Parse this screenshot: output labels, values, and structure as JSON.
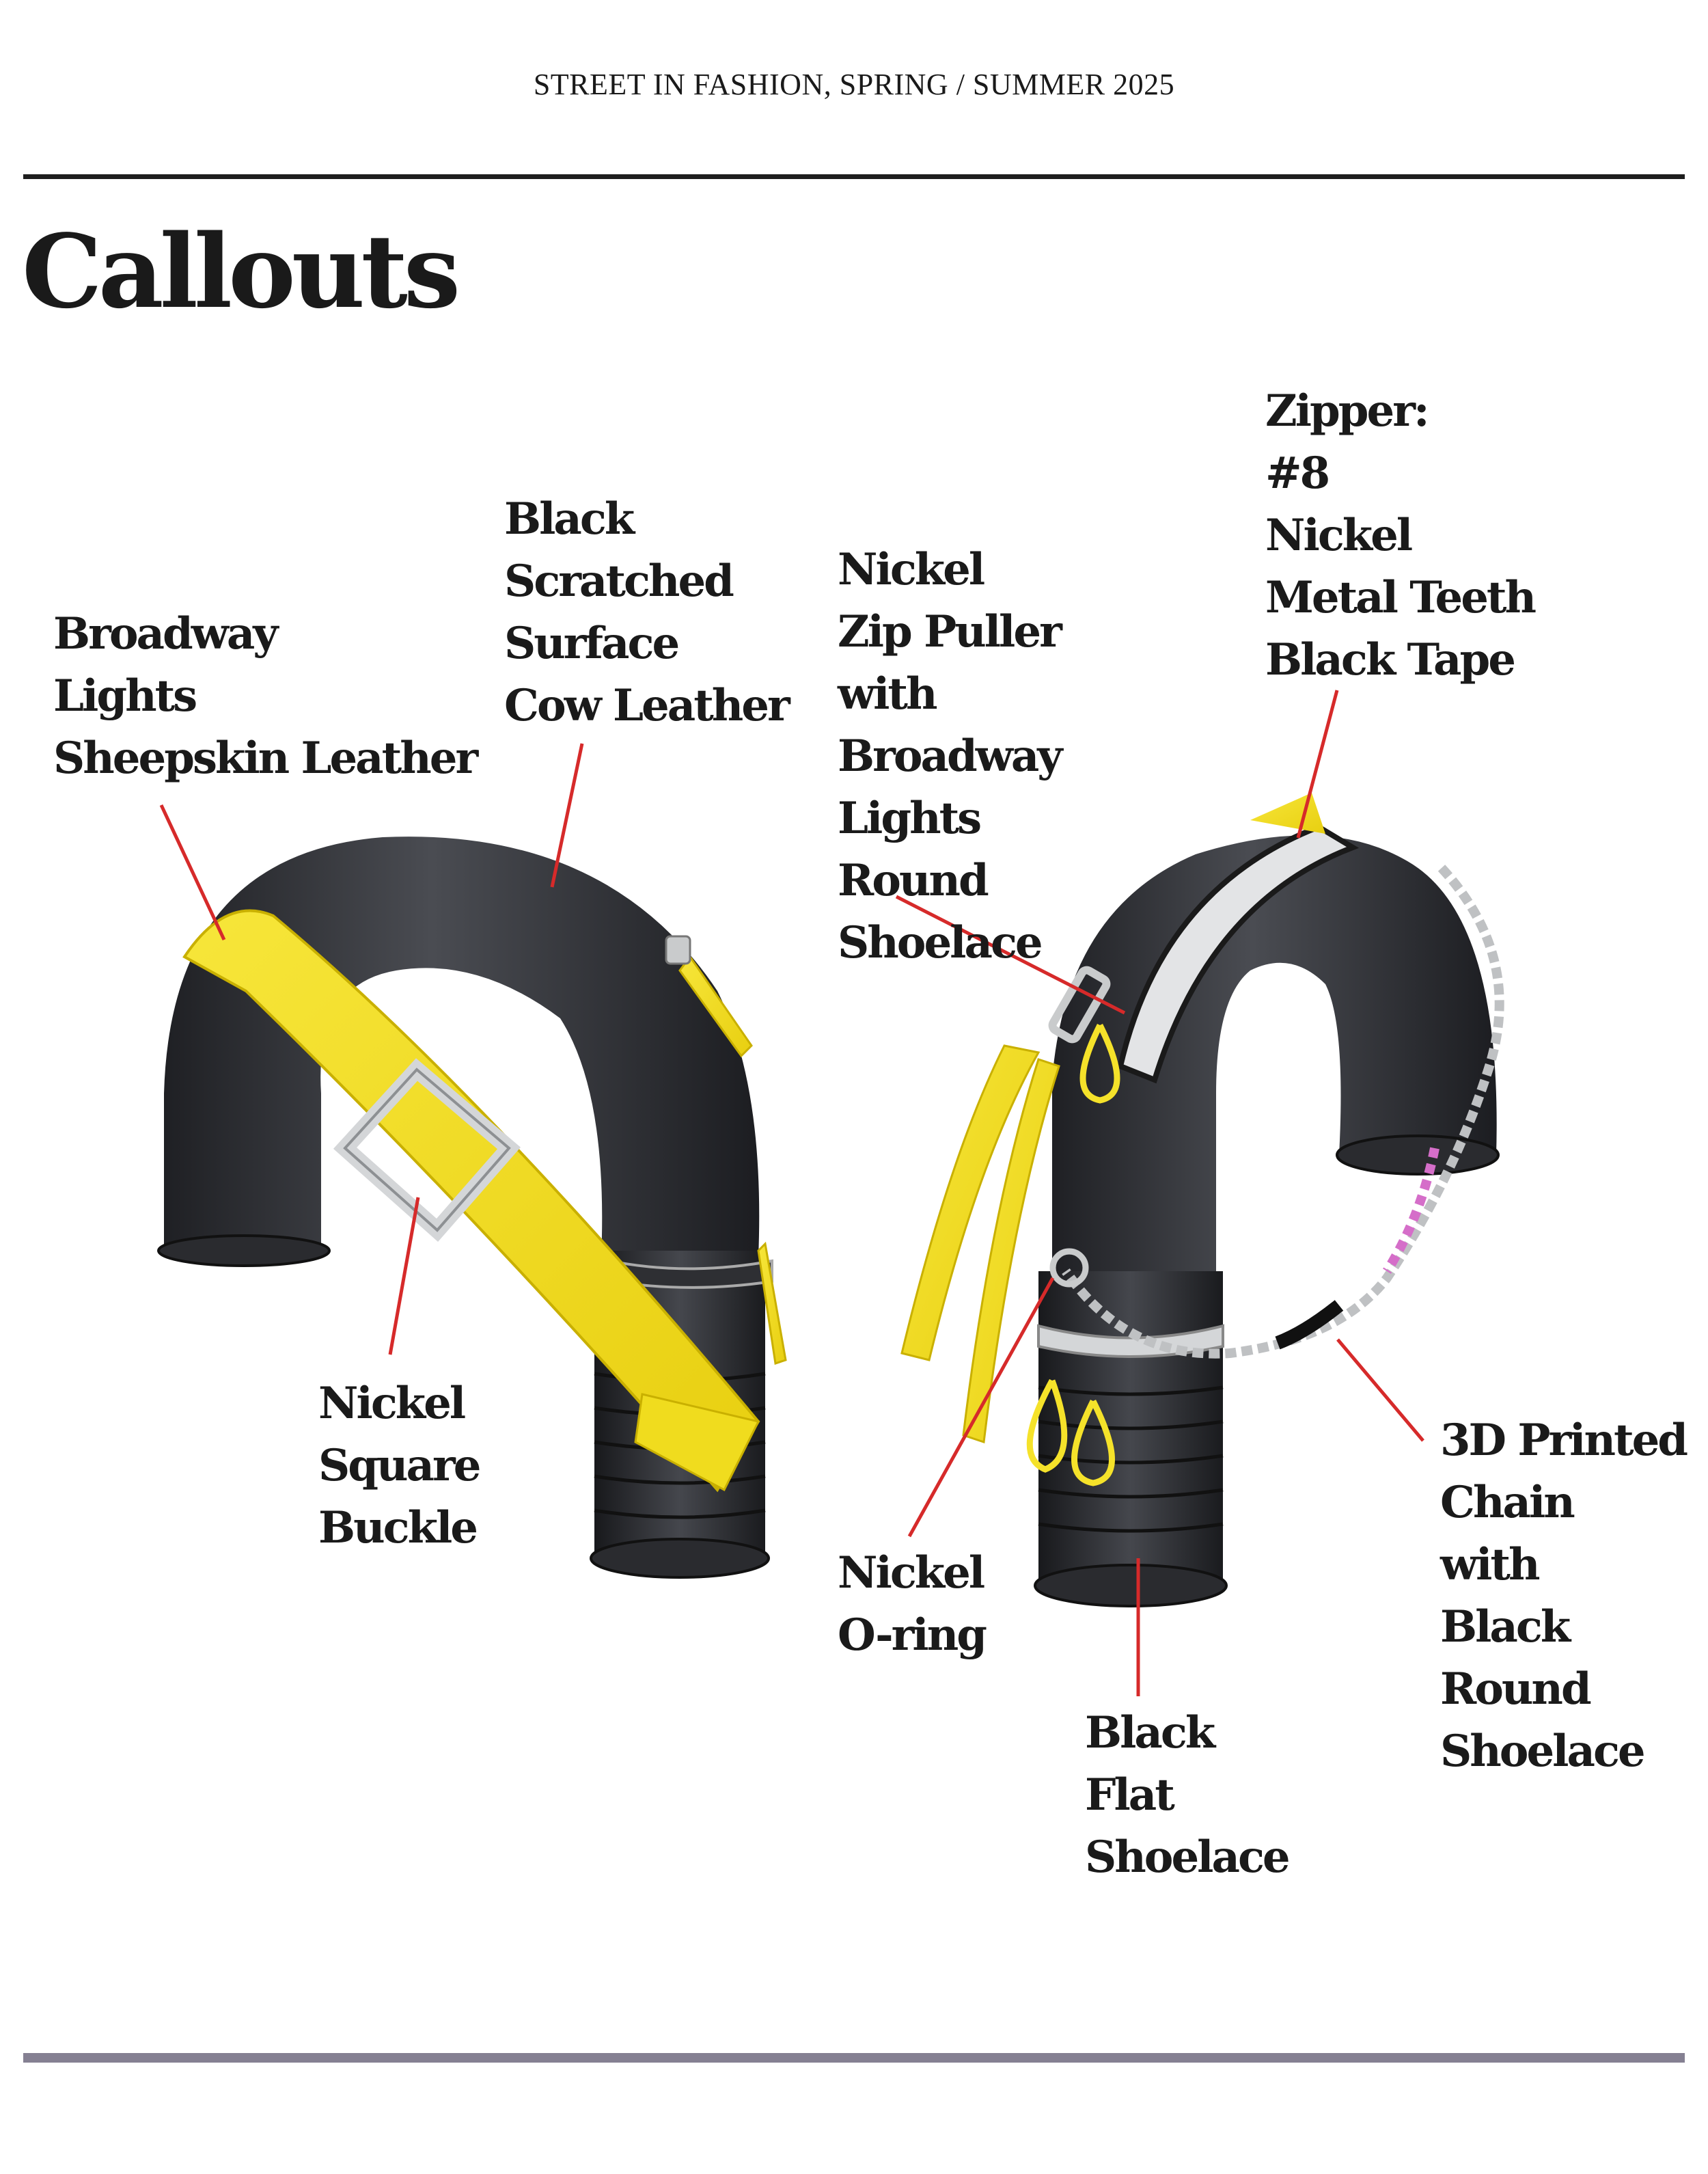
{
  "header": "STREET IN FASHION, SPRING / SUMMER 2025",
  "title": "Callouts",
  "callouts": {
    "broadway_sheepskin": "Broadway\nLights\nSheepskin Leather",
    "cow_leather": "Black\nScratched\nSurface\nCow Leather",
    "zip_puller": "Nickel\nZip Puller\nwith\nBroadway\nLights\nRound\nShoelace",
    "zipper": "Zipper:\n#8\nNickel\nMetal Teeth\nBlack Tape",
    "square_buckle": "Nickel\nSquare\nBuckle",
    "o_ring": "Nickel\nO-ring",
    "flat_shoelace": "Black\nFlat\nShoelace",
    "chain": "3D Printed\nChain\nwith\nBlack\nRound\nShoelace"
  },
  "colors": {
    "leader_line": "#d62a2a",
    "leather_black": "#2c2d31",
    "broadway_yellow": "#f5e22a",
    "nickel": "#c9cbcc",
    "rule_top": "#1e1e1e",
    "rule_bottom": "#858092"
  }
}
